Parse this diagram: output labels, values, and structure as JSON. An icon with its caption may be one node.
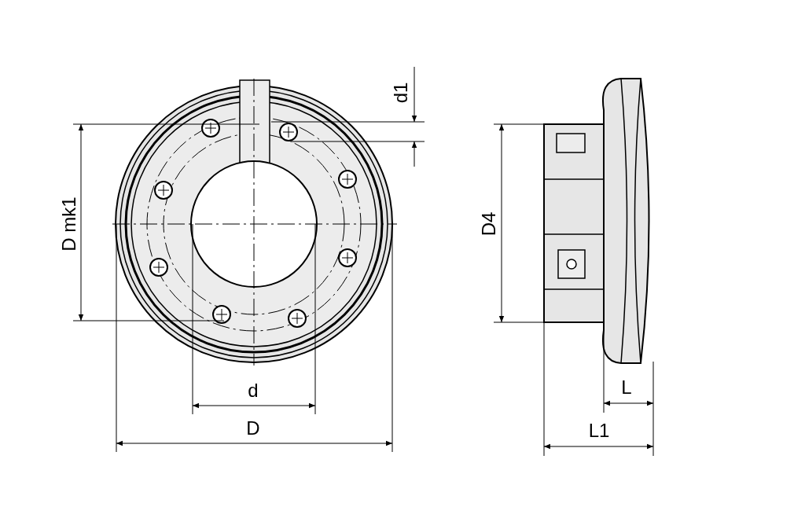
{
  "diagram": {
    "labels": [
      "d1",
      "D mk1",
      "d",
      "D",
      "D4",
      "L",
      "L1"
    ]
  }
}
